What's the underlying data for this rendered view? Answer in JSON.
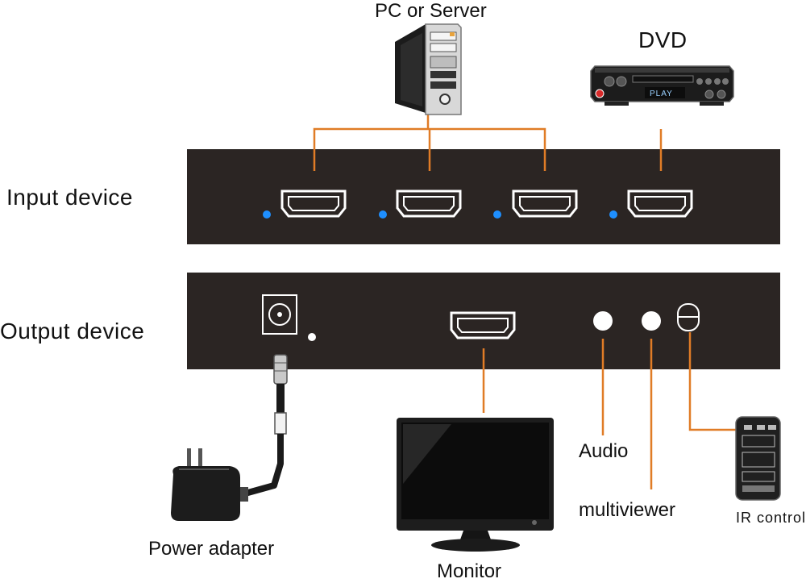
{
  "labels": {
    "pc_or_server": "PC or Server",
    "dvd": "DVD",
    "input_device": "Input device",
    "output_device": "Output device",
    "monitor": "Monitor",
    "audio": "Audio",
    "multiviewer": "multiviewer",
    "ir_control": "IR  control",
    "power_adapter": "Power adapter"
  },
  "dvd_display": "PLAY",
  "colors": {
    "device_panel": "#2b2523",
    "cable": "#e07c26",
    "led": "#1e8fff",
    "port": "#ffffff"
  }
}
